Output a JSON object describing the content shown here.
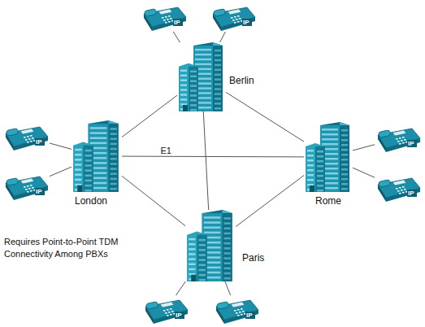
{
  "diagram": {
    "nodes": [
      {
        "text": [
          "Berlin"
        ]
      },
      {
        "text": [
          "London"
        ]
      },
      {
        "text": [
          "Rome"
        ]
      },
      {
        "text": [
          "Paris"
        ]
      },
      {
        "text": [
          "IP"
        ]
      },
      {
        "text": [
          "IP"
        ]
      },
      {
        "text": [
          "IP"
        ]
      },
      {
        "text": [
          "IP"
        ]
      },
      {
        "text": [
          "IP"
        ]
      },
      {
        "text": [
          "IP"
        ]
      },
      {
        "text": [
          "IP"
        ]
      },
      {
        "text": [
          "IP"
        ]
      }
    ],
    "edges": [
      {
        "from": 1,
        "to": 0,
        "arrow": "none"
      },
      {
        "from": 1,
        "to": 2,
        "label": "E1",
        "arrow": "none"
      },
      {
        "from": 1,
        "to": 3,
        "arrow": "none"
      },
      {
        "from": 0,
        "to": 2,
        "arrow": "none"
      },
      {
        "from": 0,
        "to": 3,
        "arrow": "none"
      },
      {
        "from": 3,
        "to": 2,
        "arrow": "none"
      },
      {
        "from": 0,
        "to": 4,
        "arrow": "none"
      },
      {
        "from": 0,
        "to": 5,
        "arrow": "none"
      },
      {
        "from": 1,
        "to": 6,
        "arrow": "none"
      },
      {
        "from": 1,
        "to": 7,
        "arrow": "none"
      },
      {
        "from": 2,
        "to": 8,
        "arrow": "none"
      },
      {
        "from": 2,
        "to": 9,
        "arrow": "none"
      },
      {
        "from": 3,
        "to": 10,
        "arrow": "none"
      },
      {
        "from": 3,
        "to": 11,
        "arrow": "none"
      }
    ],
    "labels": [
      "Requires Point-to-Point TDM Connectivity Among PBXs"
    ]
  }
}
